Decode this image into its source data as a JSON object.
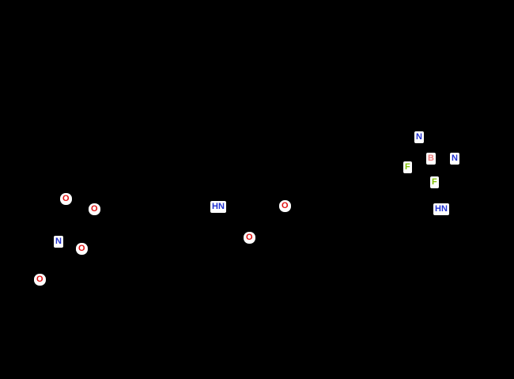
{
  "background_color": "#000000",
  "element_colors": {
    "O": "#e01010",
    "N": "#2030d0",
    "F": "#80c000",
    "B": "#f08080"
  },
  "molecules": [
    {
      "atoms": [
        "O",
        "O",
        "N",
        "O",
        "O"
      ]
    },
    {
      "atoms": [
        "HN",
        "O",
        "O"
      ]
    },
    {
      "atoms": [
        "N",
        "B",
        "N",
        "F",
        "F",
        "HN"
      ]
    }
  ]
}
